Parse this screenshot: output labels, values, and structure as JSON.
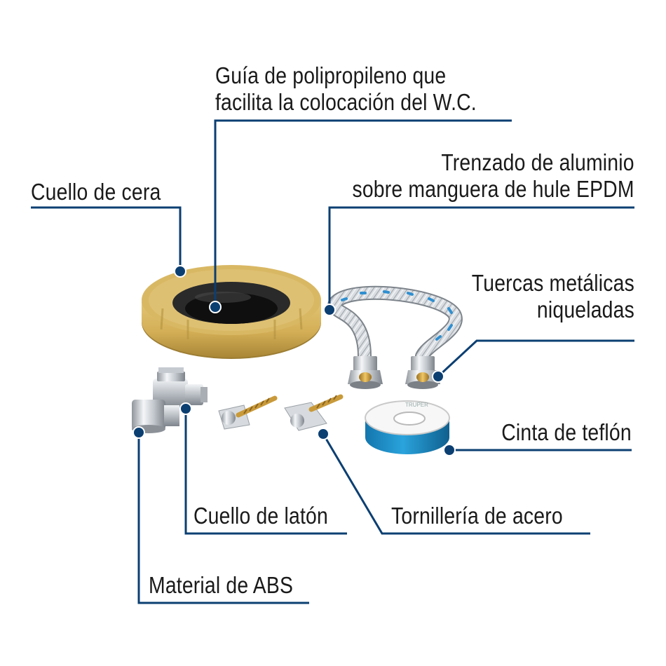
{
  "callouts": {
    "guia": {
      "line1": "Guía de polipropileno que",
      "line2": "facilita la colocación del W.C."
    },
    "cuello_cera": {
      "text": "Cuello de cera"
    },
    "trenzado": {
      "line1": "Trenzado de aluminio",
      "line2": "sobre manguera de hule EPDM"
    },
    "tuercas": {
      "line1": "Tuercas metálicas",
      "line2": "niqueladas"
    },
    "cinta": {
      "text": "Cinta de teflón"
    },
    "laton": {
      "text": "Cuello de latón"
    },
    "tornilleria": {
      "text": "Tornillería de acero"
    },
    "abs": {
      "text": "Material de ABS"
    }
  },
  "products": {
    "teflon_brand": "TRUPER"
  },
  "colors": {
    "leader": "#0b3f72",
    "wax": "#d4b25e",
    "wax_shadow": "#a8883a",
    "teflon_blue": "#1f8fc8",
    "steel": "#c9ced4",
    "brass": "#c99a3a"
  }
}
